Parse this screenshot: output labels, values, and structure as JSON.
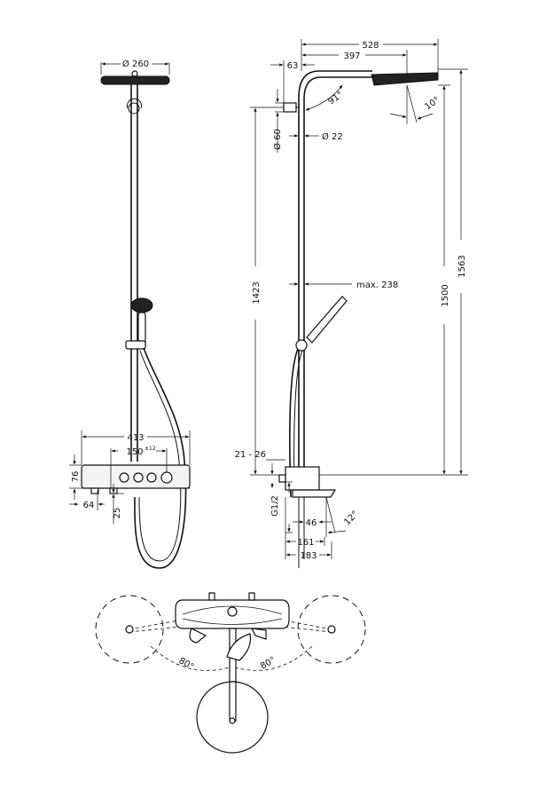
{
  "front_view": {
    "head_diameter": "Ø 260",
    "thermostat_width": "413",
    "handle_spacing": "150",
    "handle_spacing_tolerance": "±12",
    "thermostat_height": "76",
    "offset_left": "64",
    "outlet_depth": "25"
  },
  "side_view": {
    "arm_length": "528",
    "arm_inner": "397",
    "arm_offset": "63",
    "arm_angle": "91°",
    "head_tilt": "10°",
    "bracket_diameter": "Ø 60",
    "pipe_diameter": "Ø 22",
    "hand_shower_max": "max. 238",
    "rail_height": "1423",
    "head_height_1500": "1500",
    "head_height_1563": "1563",
    "connection_range": "21 - 26",
    "thread": "G1/2",
    "spout_angle": "12°",
    "dim_46": "46",
    "dim_161": "161",
    "dim_183": "183"
  },
  "top_view": {
    "rotate_left": "80°",
    "rotate_right": "80°"
  }
}
